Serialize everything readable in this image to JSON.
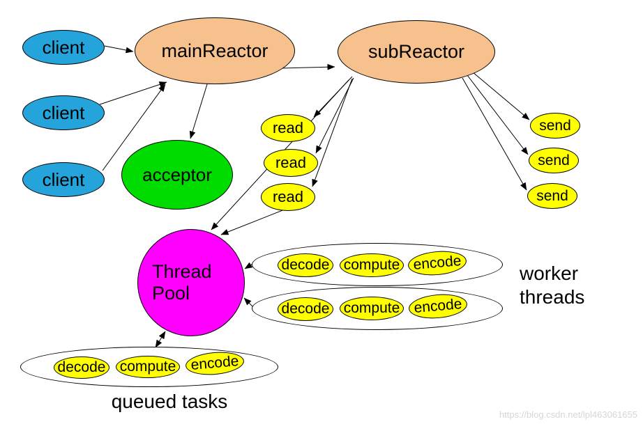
{
  "nodes": {
    "clients": [
      {
        "label": "client"
      },
      {
        "label": "client"
      },
      {
        "label": "client"
      }
    ],
    "main_reactor": {
      "label": "mainReactor"
    },
    "sub_reactor": {
      "label": "subReactor"
    },
    "acceptor": {
      "label": "acceptor"
    },
    "reads": [
      {
        "label": "read"
      },
      {
        "label": "read"
      },
      {
        "label": "read"
      }
    ],
    "sends": [
      {
        "label": "send"
      },
      {
        "label": "send"
      },
      {
        "label": "send"
      }
    ],
    "thread_pool": {
      "label": "Thread Pool"
    },
    "worker_rows": [
      {
        "tasks": [
          {
            "label": "decode"
          },
          {
            "label": "compute"
          },
          {
            "label": "encode"
          }
        ]
      },
      {
        "tasks": [
          {
            "label": "decode"
          },
          {
            "label": "compute"
          },
          {
            "label": "encode"
          }
        ]
      }
    ],
    "queued_row": {
      "tasks": [
        {
          "label": "decode"
        },
        {
          "label": "compute"
        },
        {
          "label": "encode"
        }
      ]
    }
  },
  "labels": {
    "worker_threads": "worker threads",
    "queued_tasks": "queued tasks"
  },
  "watermark": "https://blog.csdn.net/lpl463061655",
  "colors": {
    "client_blue": "#25A3DB",
    "reactor_peach": "#F7C18E",
    "acceptor_green": "#00DB00",
    "task_yellow": "#FFFF00",
    "pool_magenta": "#FF00FF"
  }
}
